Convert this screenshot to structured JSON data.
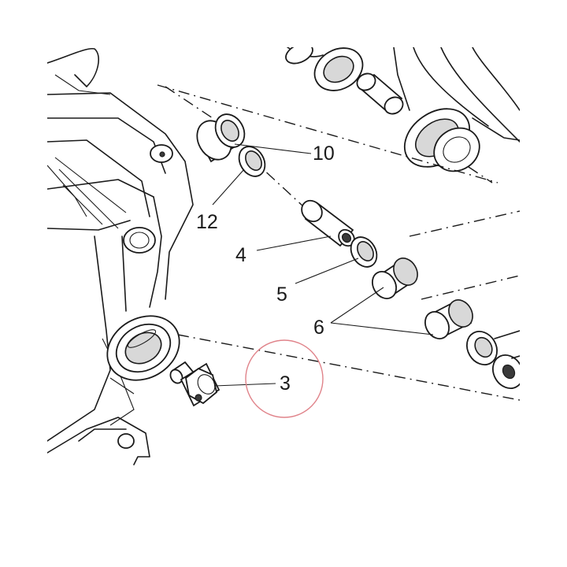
{
  "labels": {
    "part_10": "10",
    "part_12": "12",
    "part_4": "4",
    "part_5": "5",
    "part_6": "6",
    "part_3": "3"
  },
  "highlight_color": "#e0838a"
}
